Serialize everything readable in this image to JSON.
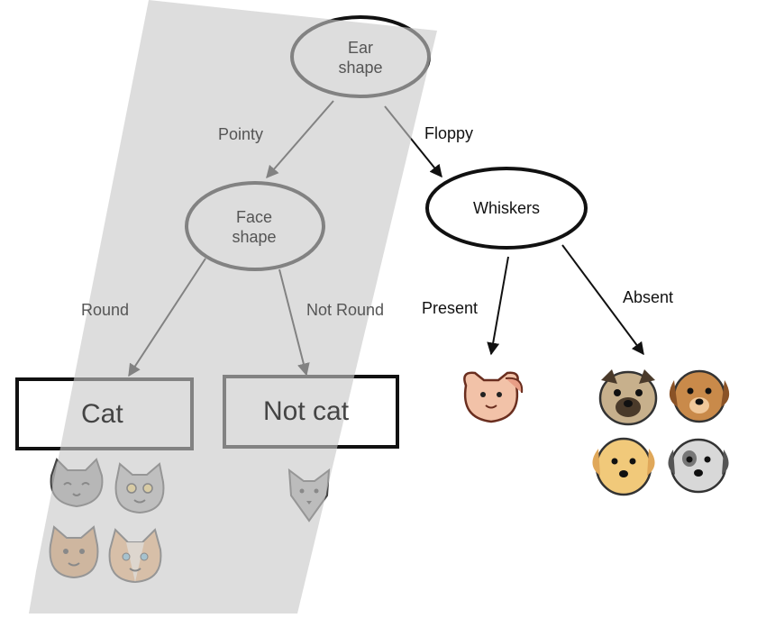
{
  "diagram": {
    "root": {
      "text_line1": "Ear",
      "text_line2": "shape"
    },
    "left_child": {
      "text_line1": "Face",
      "text_line2": "shape"
    },
    "right_child": {
      "text": "Whiskers"
    },
    "edges": {
      "pointy": "Pointy",
      "floppy": "Floppy",
      "round": "Round",
      "not_round": "Not Round",
      "present": "Present",
      "absent": "Absent"
    },
    "leaves": {
      "cat": "Cat",
      "not_cat": "Not cat"
    }
  },
  "colors": {
    "highlight_band": "#d3d3d3",
    "cat_gray": "#9c9c9c",
    "cat_orange": "#e8a86a",
    "dog_brown": "#c98a4a",
    "dog_tan": "#f1c97a",
    "dog_gray": "#8f8f8f",
    "outline": "#111111"
  }
}
